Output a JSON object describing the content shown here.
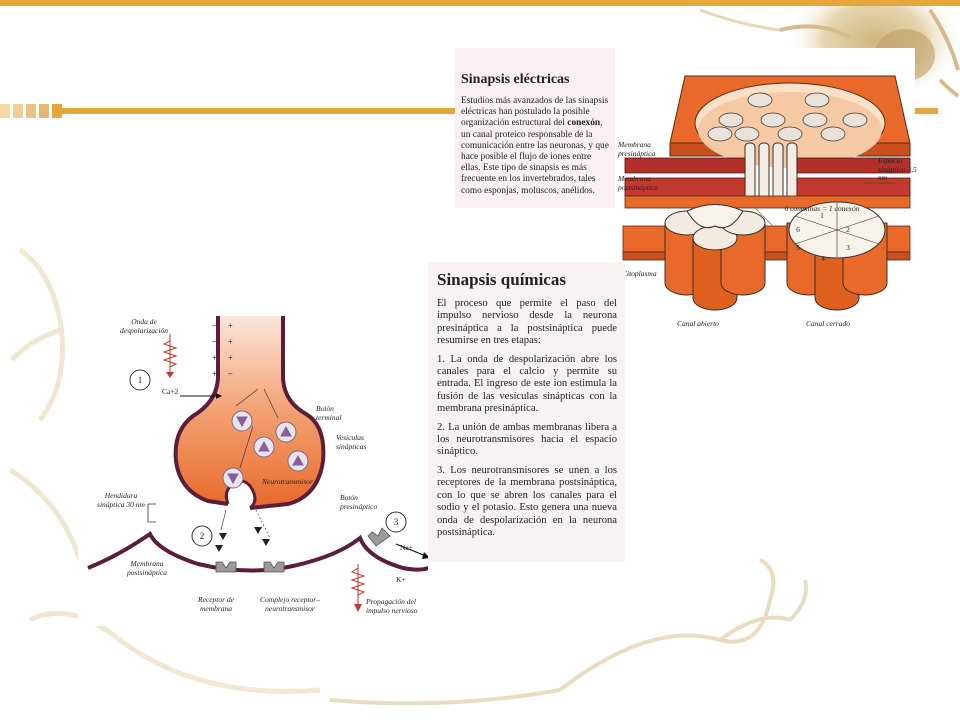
{
  "electrical": {
    "title": "Sinapsis eléctricas",
    "body_pre": "Estudios más avanzados de las sinapsis eléctricas han postulado la posible organización estructural del ",
    "body_bold": "conexón",
    "body_post": ", un canal proteico responsable de la comunicación entre las neuronas, y que hace posible el flujo de iones entre ellas. Este tipo de sinapsis es más frecuente en los invertebrados, tales como esponjas, moluscos, anélidos.",
    "labels": {
      "presynaptic_membrane": "Membrana presináptica",
      "postsynaptic_membrane": "Membrana postsináptica",
      "synaptic_space": "Espacio sináptico 3,5 nm",
      "connexins": "6 conexinas = 1 conexón",
      "cytoplasm": "Citoplasma",
      "open_channel": "Canal abierto",
      "closed_channel": "Canal cerrado",
      "connexin_numbers": [
        "1",
        "2",
        "3",
        "4",
        "5",
        "6"
      ]
    }
  },
  "chemical": {
    "title": "Sinapsis químicas",
    "paragraphs": [
      "El proceso que permite el paso del impulso nervioso desde la neurona presináptica a la postsináptica puede resumirse en tres etapas:",
      "1. La onda de despolarización abre los canales para el calcio y permite su entrada. El ingreso de este ion estimula la fusión de las vesículas sinápticas con la membrana presináptica.",
      "2. La unión de ambas membranas libera a los neurotransmisores hacia el espacio sináptico.",
      "3. Los neurotransmisores se unen a los receptores de la membrana postsináptica, con lo que se abren los canales para el sodio y el potasio. Esto genera una nueva onda de despolarización en la neurona postsináptica."
    ],
    "labels": {
      "depolarization_wave": "Onda de despolarización",
      "calcium": "Ca+2",
      "terminal_button": "Botón terminal",
      "synaptic_vesicles": "Vesículas sinápticas",
      "neurotransmitter": "Neurotransmisor",
      "presynaptic_button": "Botón presináptico",
      "synaptic_cleft": "Hendidura sináptica 30 nm",
      "postsynaptic_membrane": "Membrana postsináptica",
      "membrane_receptor": "Receptor de membrana",
      "receptor_complex": "Complejo receptor–neurotransmisor",
      "sodium": "Na+",
      "potassium": "K+",
      "impulse_propagation": "Propagación del impulso nervioso",
      "step_1": "1",
      "step_2": "2",
      "step_3": "3"
    }
  },
  "colors": {
    "accent": "#e8a63a",
    "membrane_orange": "#e8692a",
    "membrane_dark": "#b3312a",
    "terminal_dark": "#5a1e3c",
    "vesicle_purple": "#8e5aa8"
  }
}
